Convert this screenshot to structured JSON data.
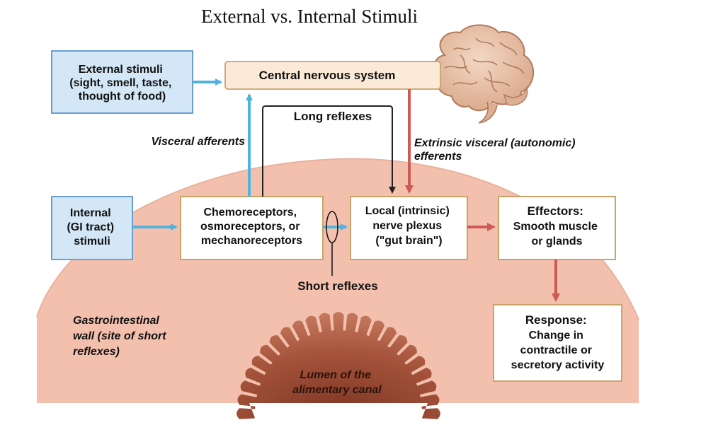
{
  "title": "External vs. Internal Stimuli",
  "boxes": {
    "external": [
      "External stimuli",
      "(sight, smell, taste,",
      "thought of food)"
    ],
    "cns": [
      "Central nervous system"
    ],
    "internal": [
      "Internal",
      "(GI tract)",
      "stimuli"
    ],
    "receptors": [
      "Chemoreceptors,",
      "osmoreceptors, or",
      "mechanoreceptors"
    ],
    "plexus": [
      "Local (intrinsic)",
      "nerve plexus",
      "(\"gut brain\")"
    ],
    "effectors": [
      "Effectors:",
      "Smooth muscle",
      "or glands"
    ],
    "response": [
      "Response:",
      "Change in",
      "contractile or",
      "secretory activity"
    ]
  },
  "labels": {
    "long_reflexes": "Long reflexes",
    "short_reflexes": "Short reflexes",
    "visceral_afferents": "Visceral afferents",
    "efferents": [
      "Extrinsic visceral (autonomic)",
      "efferents"
    ],
    "gi_wall": [
      "Gastrointestinal",
      "wall (site of short",
      "reflexes)"
    ],
    "lumen": [
      "Lumen of the",
      "alimentary canal"
    ]
  },
  "colors": {
    "blue_arrow": "#4fb3e0",
    "red_arrow": "#cd5a55",
    "blue_box_fill": "#d3e7f6",
    "blue_box_stroke": "#6a9fd1",
    "tan_box_stroke": "#c9a46a",
    "wall_fill": "#f3c0ad",
    "lumen_dark": "#a85035"
  },
  "icons": {
    "brain": "brain-icon"
  }
}
